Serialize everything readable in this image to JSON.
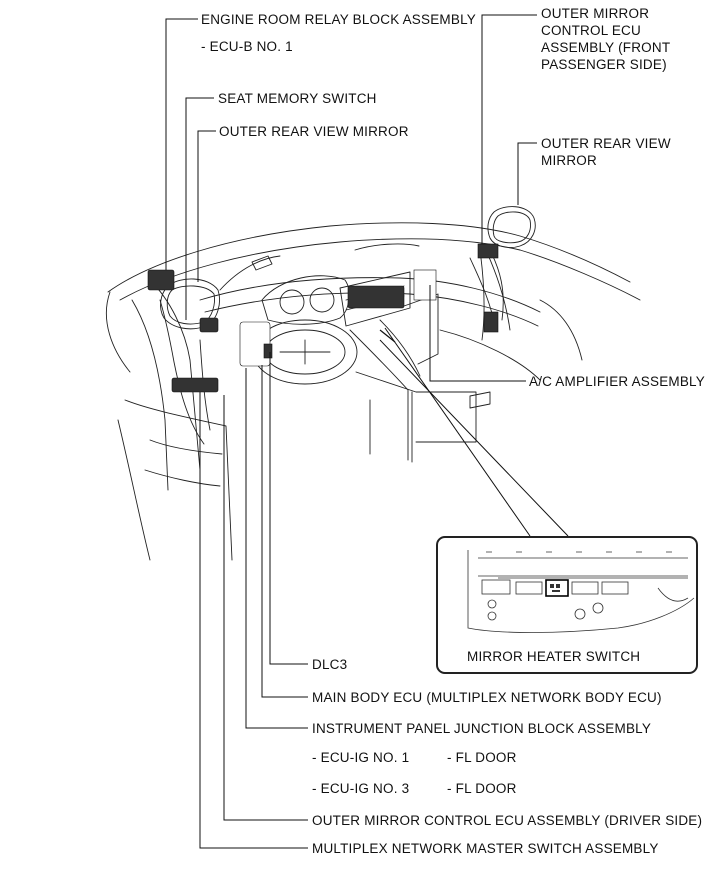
{
  "labels": {
    "engine_room_relay": "ENGINE ROOM RELAY BLOCK ASSEMBLY",
    "ecu_b_no1": "- ECU-B NO. 1",
    "seat_memory_switch": "SEAT MEMORY SWITCH",
    "outer_rear_view_mirror_left": "OUTER REAR VIEW MIRROR",
    "outer_mirror_ecu_passenger": "OUTER MIRROR CONTROL ECU ASSEMBLY (FRONT PASSENGER SIDE)",
    "outer_rear_view_mirror_right": "OUTER REAR VIEW MIRROR",
    "ac_amplifier": "A/C AMPLIFIER ASSEMBLY",
    "mirror_heater_switch": "MIRROR HEATER SWITCH",
    "dlc3": "DLC3",
    "main_body_ecu": "MAIN BODY ECU (MULTIPLEX NETWORK BODY ECU)",
    "instrument_panel_jb": "INSTRUMENT PANEL JUNCTION BLOCK ASSEMBLY",
    "ecu_ig_no1": "- ECU-IG NO. 1",
    "fl_door_1": "- FL DOOR",
    "ecu_ig_no3": "- ECU-IG NO. 3",
    "fl_door_2": "- FL DOOR",
    "outer_mirror_ecu_driver": "OUTER MIRROR CONTROL ECU ASSEMBLY (DRIVER SIDE)",
    "multiplex_master_switch": "MULTIPLEX NETWORK MASTER SWITCH ASSEMBLY"
  }
}
